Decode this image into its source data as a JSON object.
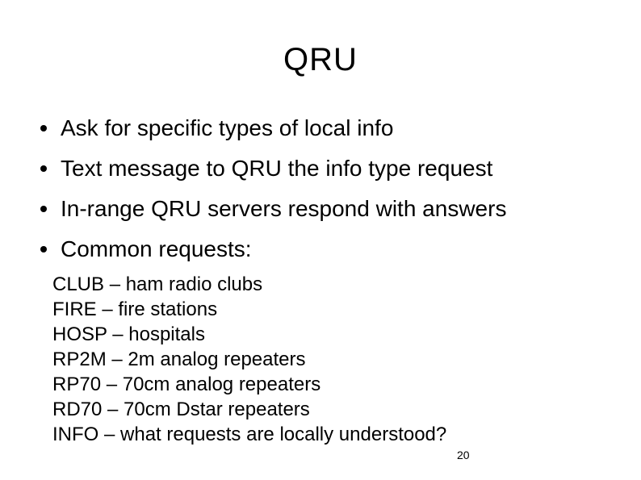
{
  "slide": {
    "title": "QRU",
    "bullets": [
      "Ask for specific types of local info",
      "Text message to QRU the info type request",
      "In-range QRU servers respond with answers",
      "Common requests:"
    ],
    "requests": [
      "CLUB – ham radio clubs",
      "FIRE – fire stations",
      "HOSP – hospitals",
      "RP2M – 2m analog repeaters",
      "RP70 – 70cm analog repeaters",
      "RD70 – 70cm Dstar repeaters",
      "INFO – what requests are locally understood?"
    ],
    "page_number": "20"
  }
}
